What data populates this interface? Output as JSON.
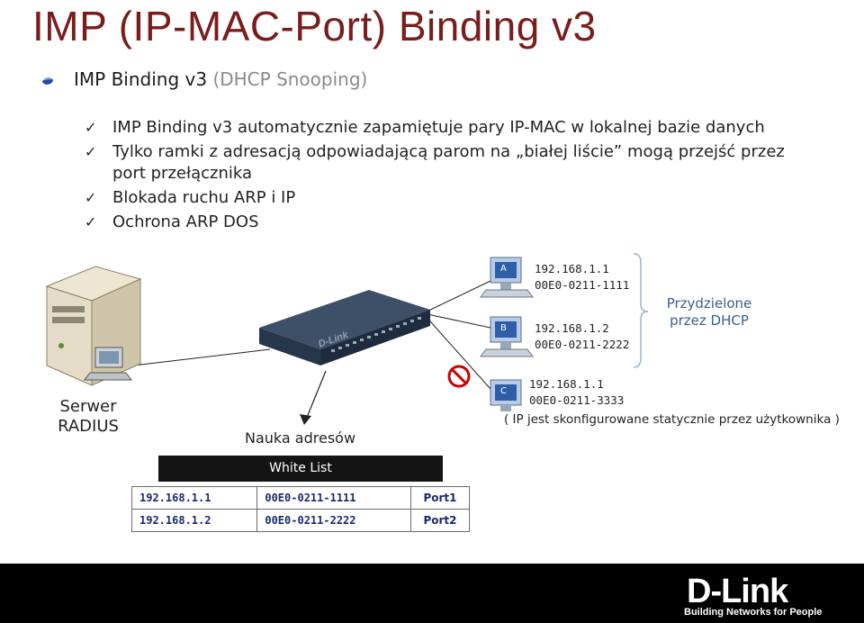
{
  "title": "IMP (IP-MAC-Port) Binding v3",
  "subtitle": {
    "main": "IMP Binding v3",
    "note": "(DHCP Snooping)"
  },
  "bullets": [
    {
      "text": "IMP Binding v3 automatycznie zapamiętuje pary IP-MAC w lokalnej bazie danych"
    },
    {
      "text": "Tylko ramki z adresacją odpowiadającą parom na „białej liście” mogą przejść przez port przełącznika"
    },
    {
      "text": "Blokada ruchu ARP i IP"
    },
    {
      "text": "Ochrona ARP DOS"
    }
  ],
  "diagram": {
    "server_label_line1": "Serwer",
    "server_label_line2": "RADIUS",
    "learning_label": "Nauka adresów",
    "switch_brand": "D-Link",
    "hosts": [
      {
        "tag": "A",
        "ip": "192.168.1.1",
        "mac": "00E0-0211-1111"
      },
      {
        "tag": "B",
        "ip": "192.168.1.2",
        "mac": "00E0-0211-2222"
      },
      {
        "tag": "C",
        "ip": "192.168.1.1",
        "mac": "00E0-0211-3333"
      }
    ],
    "dhcp_label_line1": "Przydzielone",
    "dhcp_label_line2": "przez DHCP",
    "static_note": "( IP  jest skonfigurowane statycznie przez użytkownika )"
  },
  "whitelist": {
    "header": "White List",
    "rows": [
      {
        "ip": "192.168.1.1",
        "mac": "00E0-0211-1111",
        "port": "Port1"
      },
      {
        "ip": "192.168.1.2",
        "mac": "00E0-0211-2222",
        "port": "Port2"
      }
    ]
  },
  "footer": {
    "logo": "D-Link",
    "tagline": "Building Networks for People"
  },
  "colors": {
    "title": "#7a1c1c",
    "dhcp_text": "#3a5d93",
    "table_text": "#1a2a6b",
    "footer": "#000000",
    "block": "#cc0000"
  }
}
